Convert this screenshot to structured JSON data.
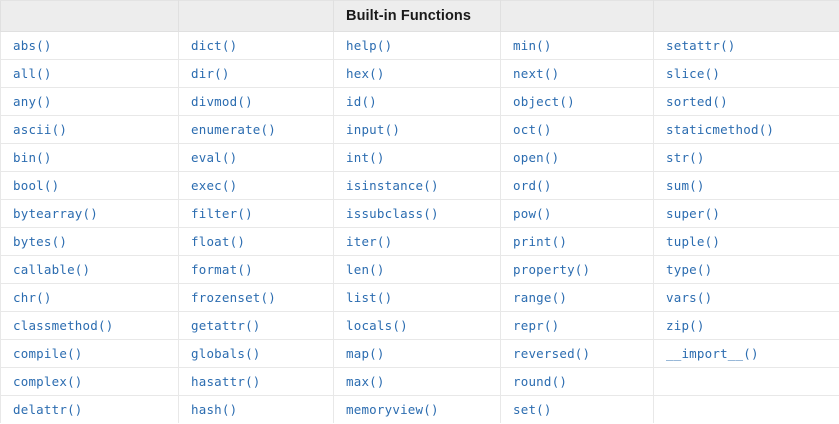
{
  "page": {
    "background_color": "#ffffff",
    "outer_background_color": "#f4f4f4",
    "link_color": "#2b6cb0",
    "header_background_color": "#ededed",
    "border_color": "#e8e8e8"
  },
  "table": {
    "title": "Built-in Functions",
    "title_column_index": 2,
    "column_count": 5,
    "row_count": 14,
    "header_cells": [
      "",
      "",
      "Built-in Functions",
      "",
      ""
    ],
    "rows": [
      [
        "abs()",
        "dict()",
        "help()",
        "min()",
        "setattr()"
      ],
      [
        "all()",
        "dir()",
        "hex()",
        "next()",
        "slice()"
      ],
      [
        "any()",
        "divmod()",
        "id()",
        "object()",
        "sorted()"
      ],
      [
        "ascii()",
        "enumerate()",
        "input()",
        "oct()",
        "staticmethod()"
      ],
      [
        "bin()",
        "eval()",
        "int()",
        "open()",
        "str()"
      ],
      [
        "bool()",
        "exec()",
        "isinstance()",
        "ord()",
        "sum()"
      ],
      [
        "bytearray()",
        "filter()",
        "issubclass()",
        "pow()",
        "super()"
      ],
      [
        "bytes()",
        "float()",
        "iter()",
        "print()",
        "tuple()"
      ],
      [
        "callable()",
        "format()",
        "len()",
        "property()",
        "type()"
      ],
      [
        "chr()",
        "frozenset()",
        "list()",
        "range()",
        "vars()"
      ],
      [
        "classmethod()",
        "getattr()",
        "locals()",
        "repr()",
        "zip()"
      ],
      [
        "compile()",
        "globals()",
        "map()",
        "reversed()",
        "__import__()"
      ],
      [
        "complex()",
        "hasattr()",
        "max()",
        "round()",
        ""
      ],
      [
        "delattr()",
        "hash()",
        "memoryview()",
        "set()",
        ""
      ]
    ]
  }
}
